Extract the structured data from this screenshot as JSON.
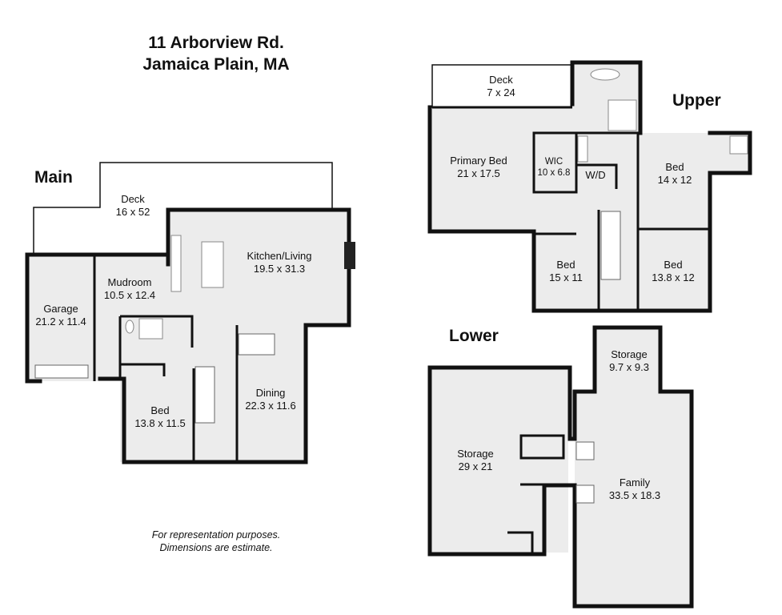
{
  "header": {
    "line1": "11 Arborview Rd.",
    "line2": "Jamaica Plain, MA"
  },
  "levels": {
    "main": "Main",
    "upper": "Upper",
    "lower": "Lower"
  },
  "note": {
    "line1": "For representation purposes.",
    "line2": "Dimensions are estimate."
  },
  "rooms": {
    "main": [
      {
        "name": "Deck",
        "dims": "16 x 52"
      },
      {
        "name": "Kitchen/Living",
        "dims": "19.5 x 31.3"
      },
      {
        "name": "Mudroom",
        "dims": "10.5 x 12.4"
      },
      {
        "name": "Garage",
        "dims": "21.2 x 11.4"
      },
      {
        "name": "Dining",
        "dims": "22.3 x 11.6"
      },
      {
        "name": "Bed",
        "dims": "13.8 x 11.5"
      }
    ],
    "upper": [
      {
        "name": "Deck",
        "dims": "7 x 24"
      },
      {
        "name": "Primary Bed",
        "dims": "21 x 17.5"
      },
      {
        "name": "WIC",
        "dims": "10 x 6.8"
      },
      {
        "name": "W/D",
        "dims": ""
      },
      {
        "name": "Bed",
        "dims": "14 x 12"
      },
      {
        "name": "Bed",
        "dims": "15 x 11"
      },
      {
        "name": "Bed",
        "dims": "13.8 x 12"
      }
    ],
    "lower": [
      {
        "name": "Storage",
        "dims": "9.7 x 9.3"
      },
      {
        "name": "Storage",
        "dims": "29 x 21"
      },
      {
        "name": "Family",
        "dims": "33.5 x 18.3"
      }
    ]
  }
}
